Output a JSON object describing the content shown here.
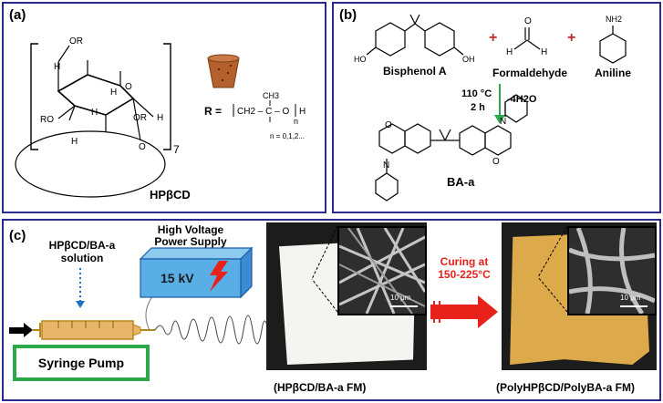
{
  "panel_a": {
    "label": "(a)",
    "ring_atoms": {
      "o_top": "O",
      "o_bottom": "O",
      "h1": "H",
      "h2": "H",
      "h3": "H",
      "h4": "H",
      "h5": "H"
    },
    "sub_or_top": "OR",
    "sub_or_left": "RO",
    "sub_or_right": "OR",
    "repeat": "7",
    "r_prefix": "R =",
    "ch3": "CH3",
    "chain": "CH2 – C – O",
    "chain_h": "H",
    "chain_n": "n",
    "n_values": "n = 0,1,2...",
    "name": "HPβCD"
  },
  "panel_b": {
    "label": "(b)",
    "bisphenol_name": "Bisphenol A",
    "formaldehyde_name": "Formaldehyde",
    "aniline_name": "Aniline",
    "ho_left": "HO",
    "oh_right": "OH",
    "plus_1": "+",
    "plus_2": "+",
    "nh2": "NH2",
    "o_aldehyde": "O",
    "h_left": "H",
    "h_right": "H",
    "cond_temp": "110 °C",
    "cond_time": "2 h",
    "cond_water": "-4H2O",
    "baa_o1": "O",
    "baa_n1": "N",
    "baa_o2": "O",
    "baa_n2": "N",
    "product_name": "BA-a"
  },
  "panel_c": {
    "label": "(c)",
    "solution_line1": "HPβCD/BA-a",
    "solution_line2": "solution",
    "hv_line1": "High Voltage",
    "hv_line2": "Power Supply",
    "voltage": "15 kV",
    "pump_label": "Syringe Pump",
    "scale_bar_1": "10 μm",
    "scale_bar_2": "10 μm",
    "curing_line1": "Curing at",
    "curing_line2": "150-225°C",
    "caption_before": "(HPβCD/BA-a FM)",
    "caption_after": "(PolyHPβCD/PolyBA-a FM)"
  },
  "colors": {
    "frame": "#2b2b8f",
    "plus": "#c0272d",
    "arrow_green": "#2da84a",
    "cure_red": "#e8211b",
    "hv_box": "#5aaee6",
    "pump_border": "#2aa84a",
    "syringe": "#e8b66a",
    "membrane_white": "#f4f4f0",
    "membrane_cured": "#dcaa4a"
  },
  "icons": [
    "cork-stopper-icon",
    "lightning-bolt-icon",
    "down-arrow-icon",
    "right-arrow-icon"
  ]
}
